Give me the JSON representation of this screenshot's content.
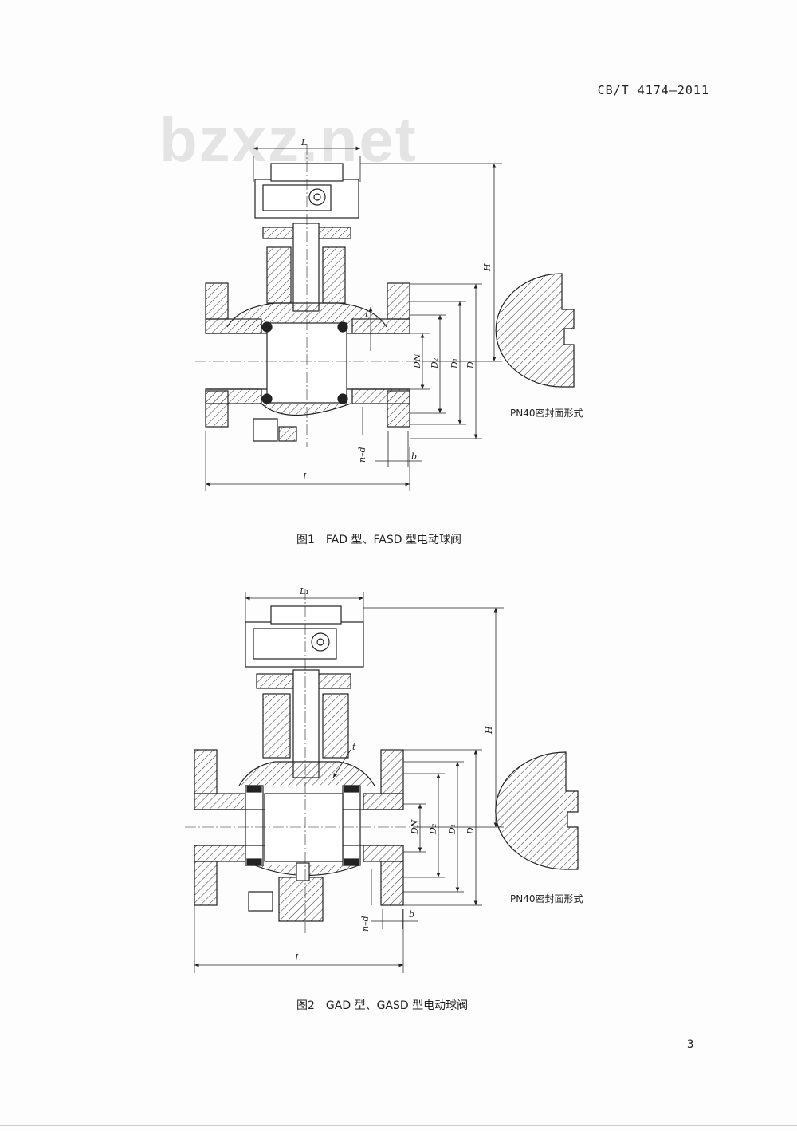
{
  "header": {
    "standard_code": "CB/T 4174—2011"
  },
  "watermark": "bzxz.net",
  "figures": [
    {
      "caption": "图1　FAD 型、FASD 型电动球阀",
      "seal_caption": "PN40密封面形式",
      "labels": {
        "top_width": "L",
        "height": "H",
        "bottom_length": "L",
        "dn": "DN",
        "d2": "D₂",
        "d1": "D₁",
        "d": "D",
        "t": "t",
        "nd": "n–d",
        "b": "b"
      }
    },
    {
      "caption": "图2　GAD 型、GASD 型电动球阀",
      "seal_caption": "PN40密封面形式",
      "labels": {
        "top_width": "L₁",
        "height": "H",
        "bottom_length": "L",
        "dn": "DN",
        "d2": "D₂",
        "d1": "D₁",
        "d": "D",
        "t": "t",
        "nd": "n–d",
        "b": "b"
      }
    }
  ],
  "page_number": "3"
}
